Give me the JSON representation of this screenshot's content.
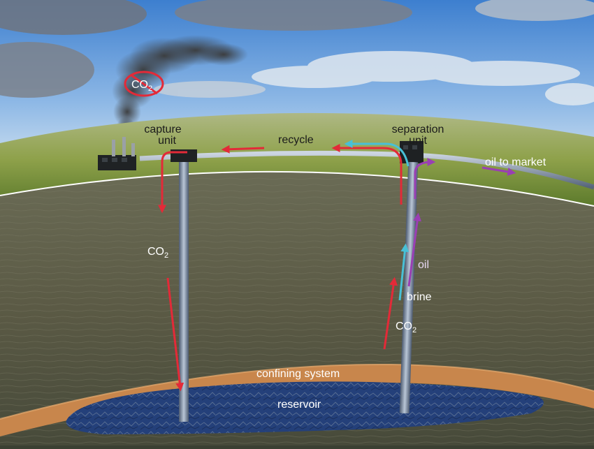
{
  "labels": {
    "smoke_co2": "CO",
    "smoke_co2_sub": "2",
    "capture_unit_line1": "capture",
    "capture_unit_line2": "unit",
    "separation_unit_line1": "separation",
    "separation_unit_line2": "unit",
    "recycle": "recycle",
    "oil_to_market": "oil to market",
    "co2_down": "CO",
    "co2_down_sub": "2",
    "oil": "oil",
    "brine": "brine",
    "co2_up": "CO",
    "co2_up_sub": "2",
    "confining_system": "confining system",
    "reservoir": "reservoir"
  },
  "colors": {
    "co2_arrow": "#e32a38",
    "brine_arrow": "#48c0d6",
    "oil_arrow": "#9a3fb4",
    "confining_layer": "#c8864c",
    "reservoir_fluid": "#24407a",
    "sky_top": "#3d7fcf",
    "ground": "#5b5a45"
  }
}
